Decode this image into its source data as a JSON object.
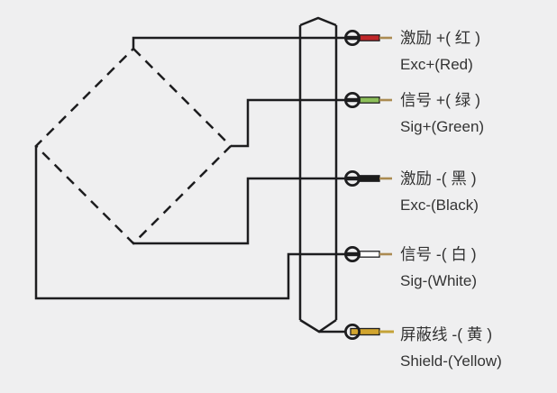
{
  "background_color": "#efeff0",
  "line_color": "#1d1d1f",
  "text_color": "#333333",
  "bridge": {
    "shape": "dashed-diamond",
    "meaning": "load-cell-bridge"
  },
  "terminals": [
    {
      "name": "excitation-positive",
      "label_zh": "激励 +( 红 )",
      "label_en": "Exc+(Red)",
      "wire_color_name": "red",
      "wire_color": "#c1272a",
      "tip_color": "#ab8b52"
    },
    {
      "name": "signal-positive",
      "label_zh": "信号 +( 绿 )",
      "label_en": "Sig+(Green)",
      "wire_color_name": "green",
      "wire_color": "#8dc05a",
      "tip_color": "#ab8b52"
    },
    {
      "name": "excitation-negative",
      "label_zh": "激励 -( 黑 )",
      "label_en": "Exc-(Black)",
      "wire_color_name": "black",
      "wire_color": "#1b1b1b",
      "tip_color": "#ab8b52"
    },
    {
      "name": "signal-negative",
      "label_zh": "信号 -( 白 )",
      "label_en": "Sig-(White)",
      "wire_color_name": "white",
      "wire_color": "#ffffff",
      "tip_color": "#ab8b52"
    },
    {
      "name": "shield",
      "label_zh": "屏蔽线 -( 黄 )",
      "label_en": "Shield-(Yellow)",
      "wire_color_name": "yellow",
      "wire_color": "#d2a52e",
      "tip_color": "#c4a339"
    }
  ]
}
